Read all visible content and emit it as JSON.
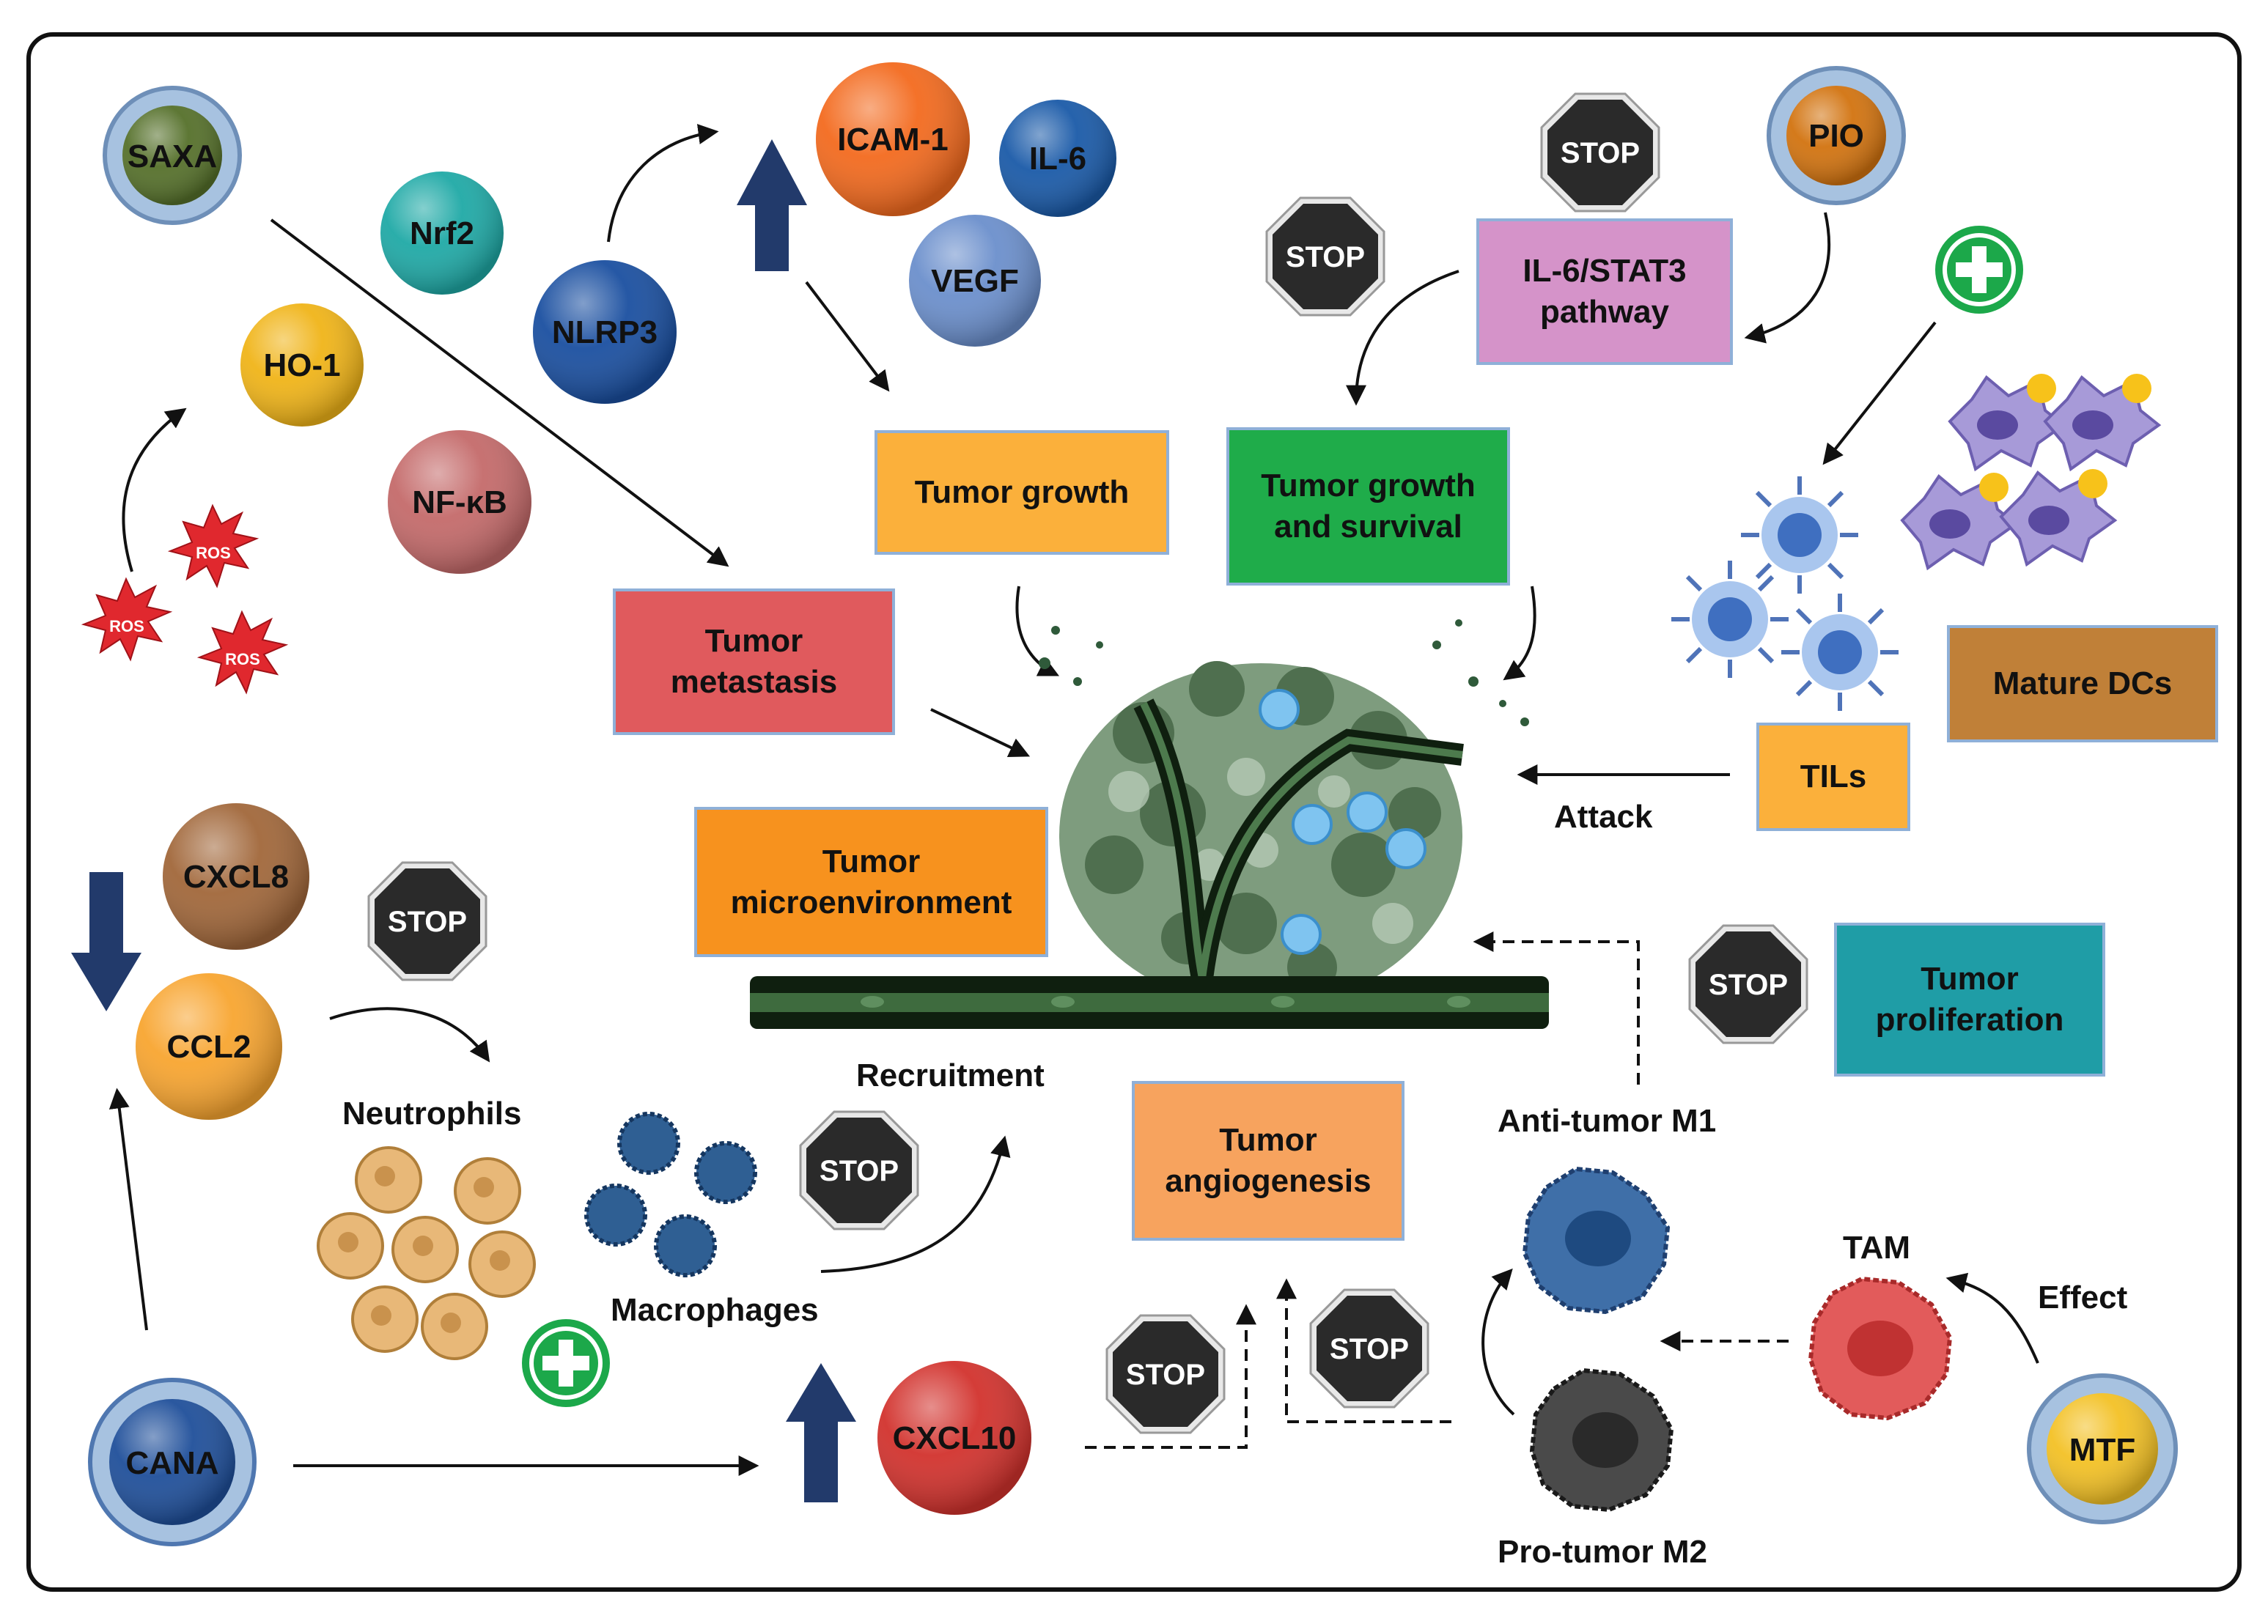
{
  "drugs": {
    "saxa": "SAXA",
    "pio": "PIO",
    "cana": "CANA",
    "mtf": "MTF"
  },
  "molecules": {
    "nrf2": "Nrf2",
    "ho1": "HO-1",
    "nfkb": "NF-κB",
    "nlrp3": "NLRP3",
    "icam1": "ICAM-1",
    "il6": "IL-6",
    "vegf": "VEGF",
    "cxcl8": "CXCL8",
    "ccl2": "CCL2",
    "cxcl10": "CXCL10"
  },
  "ros": {
    "label": "ROS"
  },
  "boxes": {
    "tumor_growth": "Tumor growth",
    "tumor_growth_survival": "Tumor growth\nand survival",
    "il6_stat3": "IL-6/STAT3\npathway",
    "tumor_metastasis": "Tumor\nmetastasis",
    "tumor_microenvironment": "Tumor\nmicroenvironment",
    "mature_dcs": "Mature DCs",
    "tils": "TILs",
    "tumor_proliferation": "Tumor\nproliferation",
    "tumor_angiogenesis": "Tumor\nangiogenesis"
  },
  "labels": {
    "attack": "Attack",
    "recruitment": "Recruitment",
    "neutrophils": "Neutrophils",
    "macrophages": "Macrophages",
    "anti_tumor_m1": "Anti-tumor M1",
    "pro_tumor_m2": "Pro-tumor M2",
    "tam": "TAM",
    "effect": "Effect"
  },
  "stop": {
    "label": "STOP"
  },
  "colors": {
    "saxa": "#55702a",
    "pio": "#d2730f",
    "cana": "#1f4f9a",
    "mtf": "#f3c125",
    "nrf2": "#1fa9a6",
    "ho1": "#f0b418",
    "nfkb": "#c46a6a",
    "nlrp3": "#1a4fa0",
    "icam1": "#f36a1e",
    "il6": "#1a5aa8",
    "vegf": "#6b8fcc",
    "cxcl8": "#a1673a",
    "ccl2": "#f8a530",
    "cxcl10": "#d2322d",
    "tumor_growth": "#fbb03b",
    "tumor_growth_survival": "#1fac4a",
    "il6_stat3": "#d593c9",
    "tumor_metastasis": "#e05a5d",
    "tumor_microenvironment": "#f7921e",
    "mature_dcs": "#c08038",
    "tils": "#fbb03b",
    "tumor_proliferation": "#1f9da6",
    "tumor_angiogenesis": "#f7a35e",
    "arrow_up_down": "#223a6b",
    "stop": "#2a2a2a",
    "plus": "#1ca84a"
  }
}
